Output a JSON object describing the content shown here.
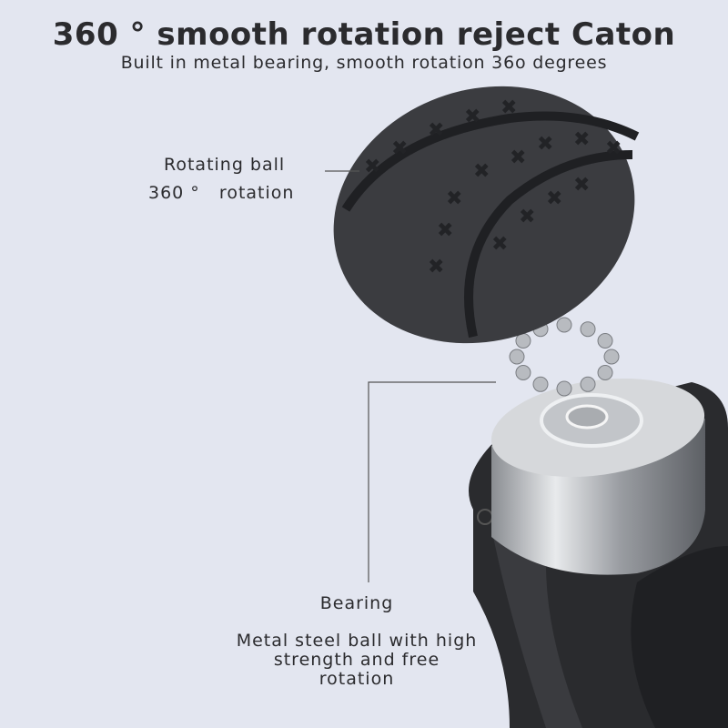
{
  "header": {
    "title": "360 ° smooth rotation reject Caton",
    "subtitle": "Built in metal bearing, smooth rotation 36o degrees"
  },
  "callouts": {
    "ball": {
      "line1": "Rotating ball",
      "line2": "360 °   rotation"
    },
    "bearing": {
      "title": "Bearing",
      "desc_lines": [
        "Metal steel ball with high",
        "strength and free",
        "rotation"
      ]
    }
  },
  "colors": {
    "background": "#e3e6f0",
    "ball": "#3b3c40",
    "mount": "#2a2b2e",
    "bearing": "#c9ccd0",
    "text": "#2b2b2e"
  }
}
